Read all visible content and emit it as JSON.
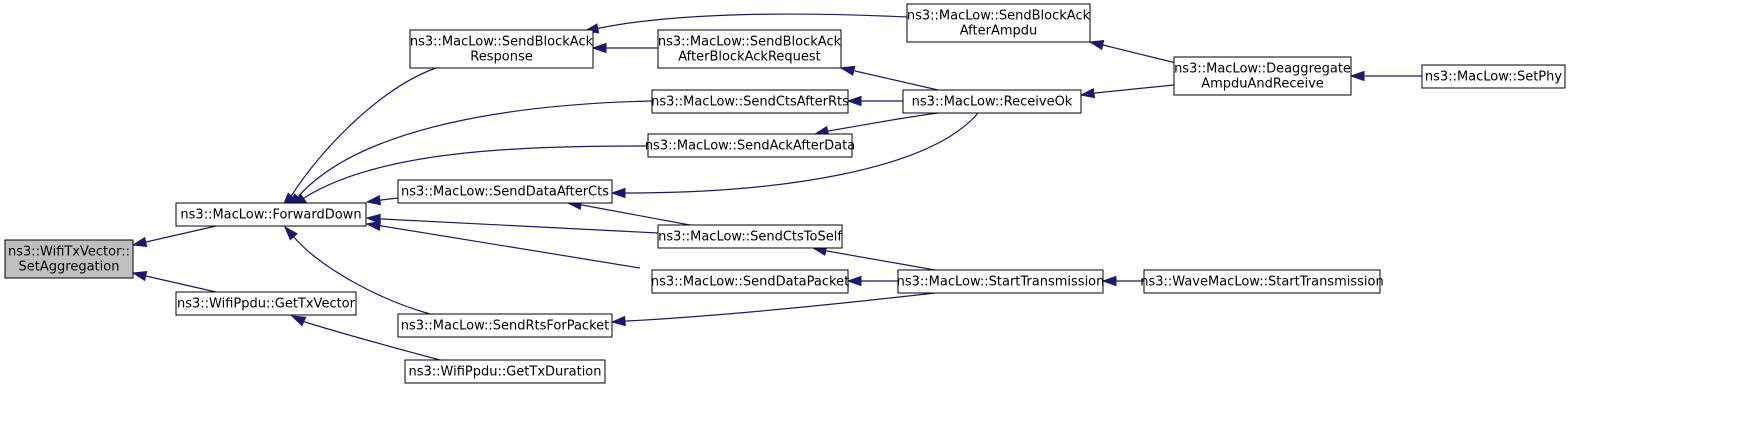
{
  "graph": {
    "colors": {
      "edge": "#191970",
      "node_fill": "#ffffff",
      "root_fill": "#bfbfbf",
      "border": "#000000"
    },
    "nodes": [
      {
        "id": "n0",
        "name": "node-wifitxvector-setaggregation",
        "lines": [
          "ns3::WifiTxVector::",
          "SetAggregation"
        ],
        "root": true
      },
      {
        "id": "n1",
        "name": "node-maclow-forwarddown",
        "lines": [
          "ns3::MacLow::ForwardDown"
        ]
      },
      {
        "id": "n2",
        "name": "node-wifippdu-gettxvector",
        "lines": [
          "ns3::WifiPpdu::GetTxVector"
        ]
      },
      {
        "id": "n3",
        "name": "node-maclow-sendblockackresponse",
        "lines": [
          "ns3::MacLow::SendBlockAck",
          "Response"
        ]
      },
      {
        "id": "n4",
        "name": "node-maclow-sendctsafterrts",
        "lines": [
          "ns3::MacLow::SendCtsAfterRts"
        ]
      },
      {
        "id": "n5",
        "name": "node-maclow-sendackafterdata",
        "lines": [
          "ns3::MacLow::SendAckAfterData"
        ]
      },
      {
        "id": "n6",
        "name": "node-maclow-senddataaftercts",
        "lines": [
          "ns3::MacLow::SendDataAfterCts"
        ]
      },
      {
        "id": "n7",
        "name": "node-maclow-sendctstoself",
        "lines": [
          "ns3::MacLow::SendCtsToSelf"
        ]
      },
      {
        "id": "n8",
        "name": "node-maclow-senddatapacket",
        "lines": [
          "ns3::MacLow::SendDataPacket"
        ]
      },
      {
        "id": "n9",
        "name": "node-maclow-sendrtsforpacket",
        "lines": [
          "ns3::MacLow::SendRtsForPacket"
        ]
      },
      {
        "id": "n10",
        "name": "node-wifippdu-gettxduration",
        "lines": [
          "ns3::WifiPpdu::GetTxDuration"
        ]
      },
      {
        "id": "n11",
        "name": "node-maclow-sendblockackafterblockackrequest",
        "lines": [
          "ns3::MacLow::SendBlockAck",
          "AfterBlockAckRequest"
        ]
      },
      {
        "id": "n12",
        "name": "node-maclow-sendblockackafterampdu",
        "lines": [
          "ns3::MacLow::SendBlockAck",
          "AfterAmpdu"
        ]
      },
      {
        "id": "n13",
        "name": "node-maclow-receiveok",
        "lines": [
          "ns3::MacLow::ReceiveOk"
        ]
      },
      {
        "id": "n14",
        "name": "node-maclow-starttransmission",
        "lines": [
          "ns3::MacLow::StartTransmission"
        ]
      },
      {
        "id": "n15",
        "name": "node-maclow-deaggregateampduandreceive",
        "lines": [
          "ns3::MacLow::Deaggregate",
          "AmpduAndReceive"
        ]
      },
      {
        "id": "n16",
        "name": "node-wavemaclow-starttransmission",
        "lines": [
          "ns3::WaveMacLow::StartTransmission"
        ]
      },
      {
        "id": "n17",
        "name": "node-maclow-setphy",
        "lines": [
          "ns3::MacLow::SetPhy"
        ]
      }
    ],
    "edges": [
      {
        "from": "n1",
        "to": "n0"
      },
      {
        "from": "n2",
        "to": "n0"
      },
      {
        "from": "n3",
        "to": "n1"
      },
      {
        "from": "n4",
        "to": "n1"
      },
      {
        "from": "n5",
        "to": "n1"
      },
      {
        "from": "n6",
        "to": "n1"
      },
      {
        "from": "n7",
        "to": "n1"
      },
      {
        "from": "n8",
        "to": "n1"
      },
      {
        "from": "n9",
        "to": "n1"
      },
      {
        "from": "n10",
        "to": "n2"
      },
      {
        "from": "n11",
        "to": "n3"
      },
      {
        "from": "n12",
        "to": "n3"
      },
      {
        "from": "n13",
        "to": "n4"
      },
      {
        "from": "n13",
        "to": "n5"
      },
      {
        "from": "n13",
        "to": "n6"
      },
      {
        "from": "n7",
        "to": "n6"
      },
      {
        "from": "n14",
        "to": "n7"
      },
      {
        "from": "n14",
        "to": "n8"
      },
      {
        "from": "n14",
        "to": "n9"
      },
      {
        "from": "n13",
        "to": "n11"
      },
      {
        "from": "n15",
        "to": "n12"
      },
      {
        "from": "n15",
        "to": "n13"
      },
      {
        "from": "n16",
        "to": "n14"
      },
      {
        "from": "n17",
        "to": "n15"
      }
    ]
  }
}
